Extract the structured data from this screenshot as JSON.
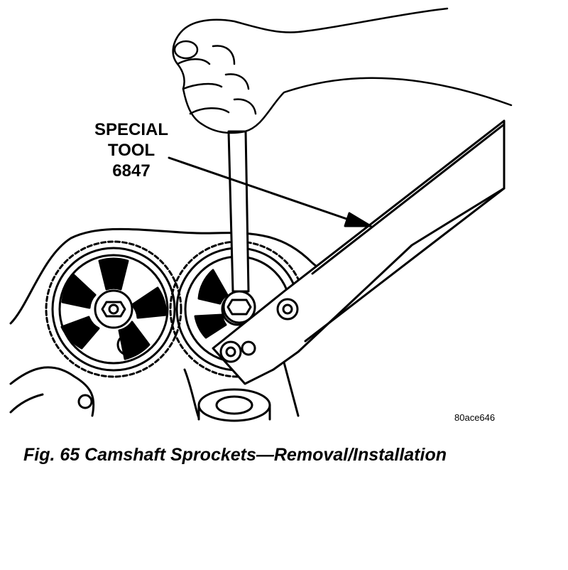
{
  "callout": {
    "line1": "SPECIAL",
    "line2": "TOOL",
    "line3": "6847"
  },
  "figure_id": "80ace646",
  "caption": "Fig. 65 Camshaft Sprockets—Removal/Installation",
  "colors": {
    "ink": "#000000",
    "paper": "#ffffff"
  }
}
